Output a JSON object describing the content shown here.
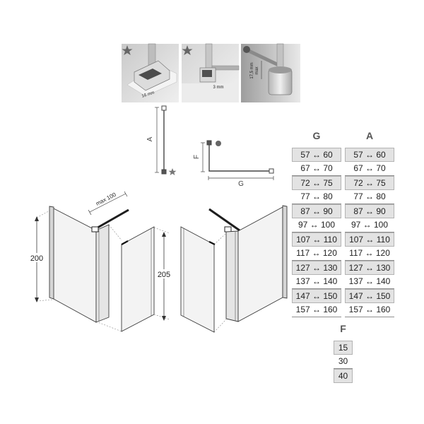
{
  "photos": [
    {
      "marker": "star-icon",
      "label": "18 mm"
    },
    {
      "marker": "star-icon",
      "label": "3 mm"
    },
    {
      "marker": "circle-icon",
      "label_line1": "17,5 mm",
      "label_line2": "max"
    }
  ],
  "diagram_a": {
    "label": "A",
    "marker": "star-icon"
  },
  "diagram_fg": {
    "label_f": "F",
    "label_g": "G",
    "marker": "circle-icon"
  },
  "dimensions": {
    "height_fixed": "200",
    "height_door": "205",
    "max_arm": "max 100"
  },
  "table": {
    "header_g": "G",
    "header_a": "A",
    "rows": [
      {
        "g": "57 ↔ 60",
        "a": "57 ↔ 60"
      },
      {
        "g": "67 ↔ 70",
        "a": "67 ↔ 70"
      },
      {
        "g": "72 ↔ 75",
        "a": "72 ↔ 75"
      },
      {
        "g": "77 ↔ 80",
        "a": "77 ↔ 80"
      },
      {
        "g": "87 ↔ 90",
        "a": "87 ↔ 90"
      },
      {
        "g": "97 ↔ 100",
        "a": "97 ↔ 100"
      },
      {
        "g": "107 ↔ 110",
        "a": "107 ↔ 110"
      },
      {
        "g": "117 ↔ 120",
        "a": "117 ↔ 120"
      },
      {
        "g": "127 ↔ 130",
        "a": "127 ↔ 130"
      },
      {
        "g": "137 ↔ 140",
        "a": "137 ↔ 140"
      },
      {
        "g": "147 ↔ 150",
        "a": "147 ↔ 150"
      },
      {
        "g": "157 ↔ 160",
        "a": "157 ↔ 160"
      }
    ]
  },
  "f_table": {
    "header": "F",
    "values": [
      "15",
      "30",
      "40"
    ]
  },
  "colors": {
    "shaded_cell": "#e3e3e3",
    "line": "#444444",
    "marker": "#666666"
  }
}
